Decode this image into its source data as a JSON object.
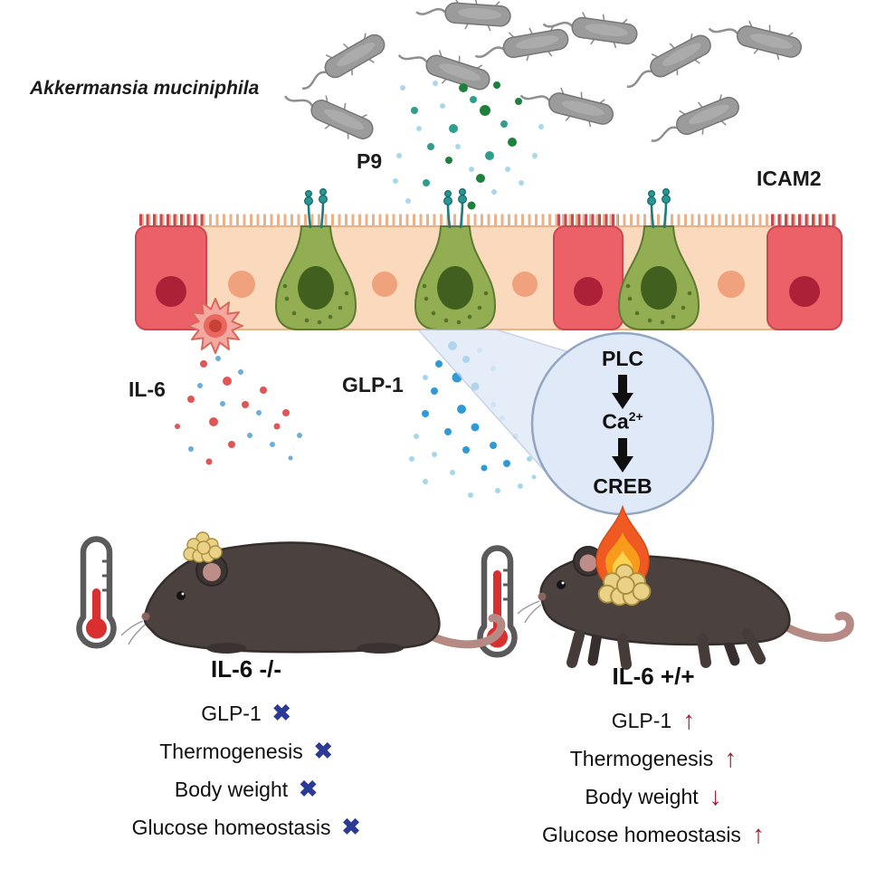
{
  "labels": {
    "species": "Akkermansia muciniphila",
    "p9": "P9",
    "icam2": "ICAM2",
    "il6": "IL-6",
    "glp1": "GLP-1"
  },
  "pathway": {
    "step1": "PLC",
    "step2_base": "Ca",
    "step2_sup": "2+",
    "step3": "CREB"
  },
  "knockout": {
    "genotype": "IL-6 -/-",
    "outcomes": [
      {
        "label": "GLP-1",
        "symbol": "✖"
      },
      {
        "label": "Thermogenesis",
        "symbol": "✖"
      },
      {
        "label": "Body weight",
        "symbol": "✖"
      },
      {
        "label": "Glucose homeostasis",
        "symbol": "✖"
      }
    ]
  },
  "wildtype": {
    "genotype": "IL-6 +/+",
    "outcomes": [
      {
        "label": "GLP-1",
        "symbol": "↑"
      },
      {
        "label": "Thermogenesis",
        "symbol": "↑"
      },
      {
        "label": "Body weight",
        "symbol": "↓"
      },
      {
        "label": "Glucose homeostasis",
        "symbol": "↑"
      }
    ]
  },
  "colors": {
    "cross_symbol": "#2b3a94",
    "arrow_symbol": "#9c1b2b",
    "bacteria_gray": "#9b9b9b",
    "l_cell_green": "#93ad52",
    "epithelium_peach": "#fbd9bd",
    "epithelium_red": "#ec6168",
    "glp1_dot_blue": "#2f9bd6",
    "pathway_circle_fill": "#dfe9f7",
    "flame_orange": "#ef5a23"
  }
}
